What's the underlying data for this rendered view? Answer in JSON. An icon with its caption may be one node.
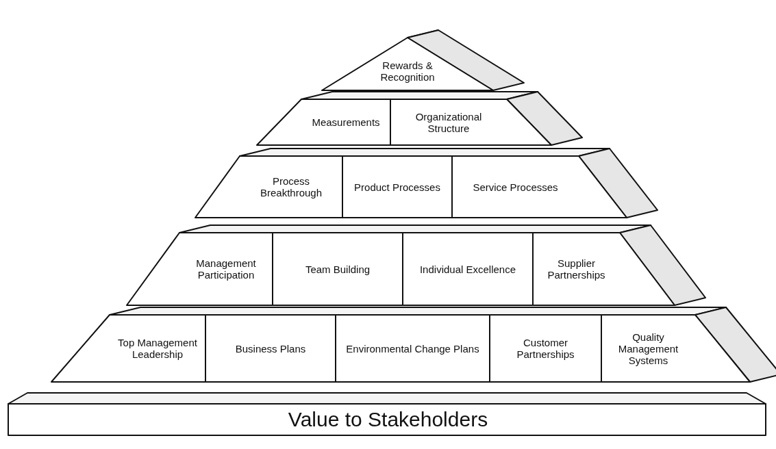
{
  "diagram": {
    "nodes": [
      {
        "text": [
          "Rewards & Recognition"
        ]
      },
      {
        "text": [
          "Measurements"
        ]
      },
      {
        "text": [
          "Organizational Structure"
        ]
      },
      {
        "text": [
          "Process Breakthrough"
        ]
      },
      {
        "text": [
          "Product Processes"
        ]
      },
      {
        "text": [
          "Service Processes"
        ]
      },
      {
        "text": [
          "Management Participation"
        ]
      },
      {
        "text": [
          "Team Building"
        ]
      },
      {
        "text": [
          "Individual Excellence"
        ]
      },
      {
        "text": [
          "Supplier Partnerships"
        ]
      },
      {
        "text": [
          "Top Management Leadership"
        ]
      },
      {
        "text": [
          "Business Plans"
        ]
      },
      {
        "text": [
          "Environmental Change Plans"
        ]
      },
      {
        "text": [
          "Customer Partnerships"
        ]
      },
      {
        "text": [
          "Quality Management Systems"
        ]
      },
      {
        "text": [
          "Value to Stakeholders"
        ]
      }
    ]
  }
}
